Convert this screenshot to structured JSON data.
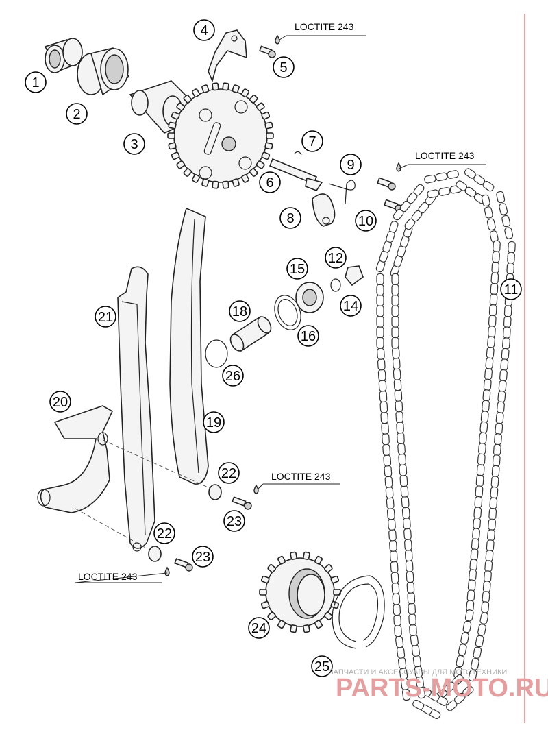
{
  "diagram": {
    "callouts": [
      {
        "num": "1"
      },
      {
        "num": "2"
      },
      {
        "num": "3"
      },
      {
        "num": "4"
      },
      {
        "num": "5"
      },
      {
        "num": "6"
      },
      {
        "num": "7"
      },
      {
        "num": "8"
      },
      {
        "num": "9"
      },
      {
        "num": "10"
      },
      {
        "num": "11"
      },
      {
        "num": "12"
      },
      {
        "num": "14"
      },
      {
        "num": "15"
      },
      {
        "num": "16"
      },
      {
        "num": "18"
      },
      {
        "num": "19"
      },
      {
        "num": "20"
      },
      {
        "num": "21"
      },
      {
        "num": "22"
      },
      {
        "num": "22"
      },
      {
        "num": "23"
      },
      {
        "num": "23"
      },
      {
        "num": "24"
      },
      {
        "num": "25"
      },
      {
        "num": "26"
      }
    ],
    "loctite_labels": [
      {
        "text": "LOCTITE 243"
      },
      {
        "text": "LOCTITE 243"
      },
      {
        "text": "LOCTITE 243"
      },
      {
        "text": "LOCTITE 243"
      }
    ]
  },
  "watermark": {
    "caption": "ЗАПЧАСТИ И АКСЕССУАРЫ ДЛЯ МОТОТЕХНИКИ",
    "brand": "PARTS-MOTO.RU",
    "color": "#e4a0a0"
  },
  "colors": {
    "line": "#222222",
    "border_line": "#e06060"
  }
}
